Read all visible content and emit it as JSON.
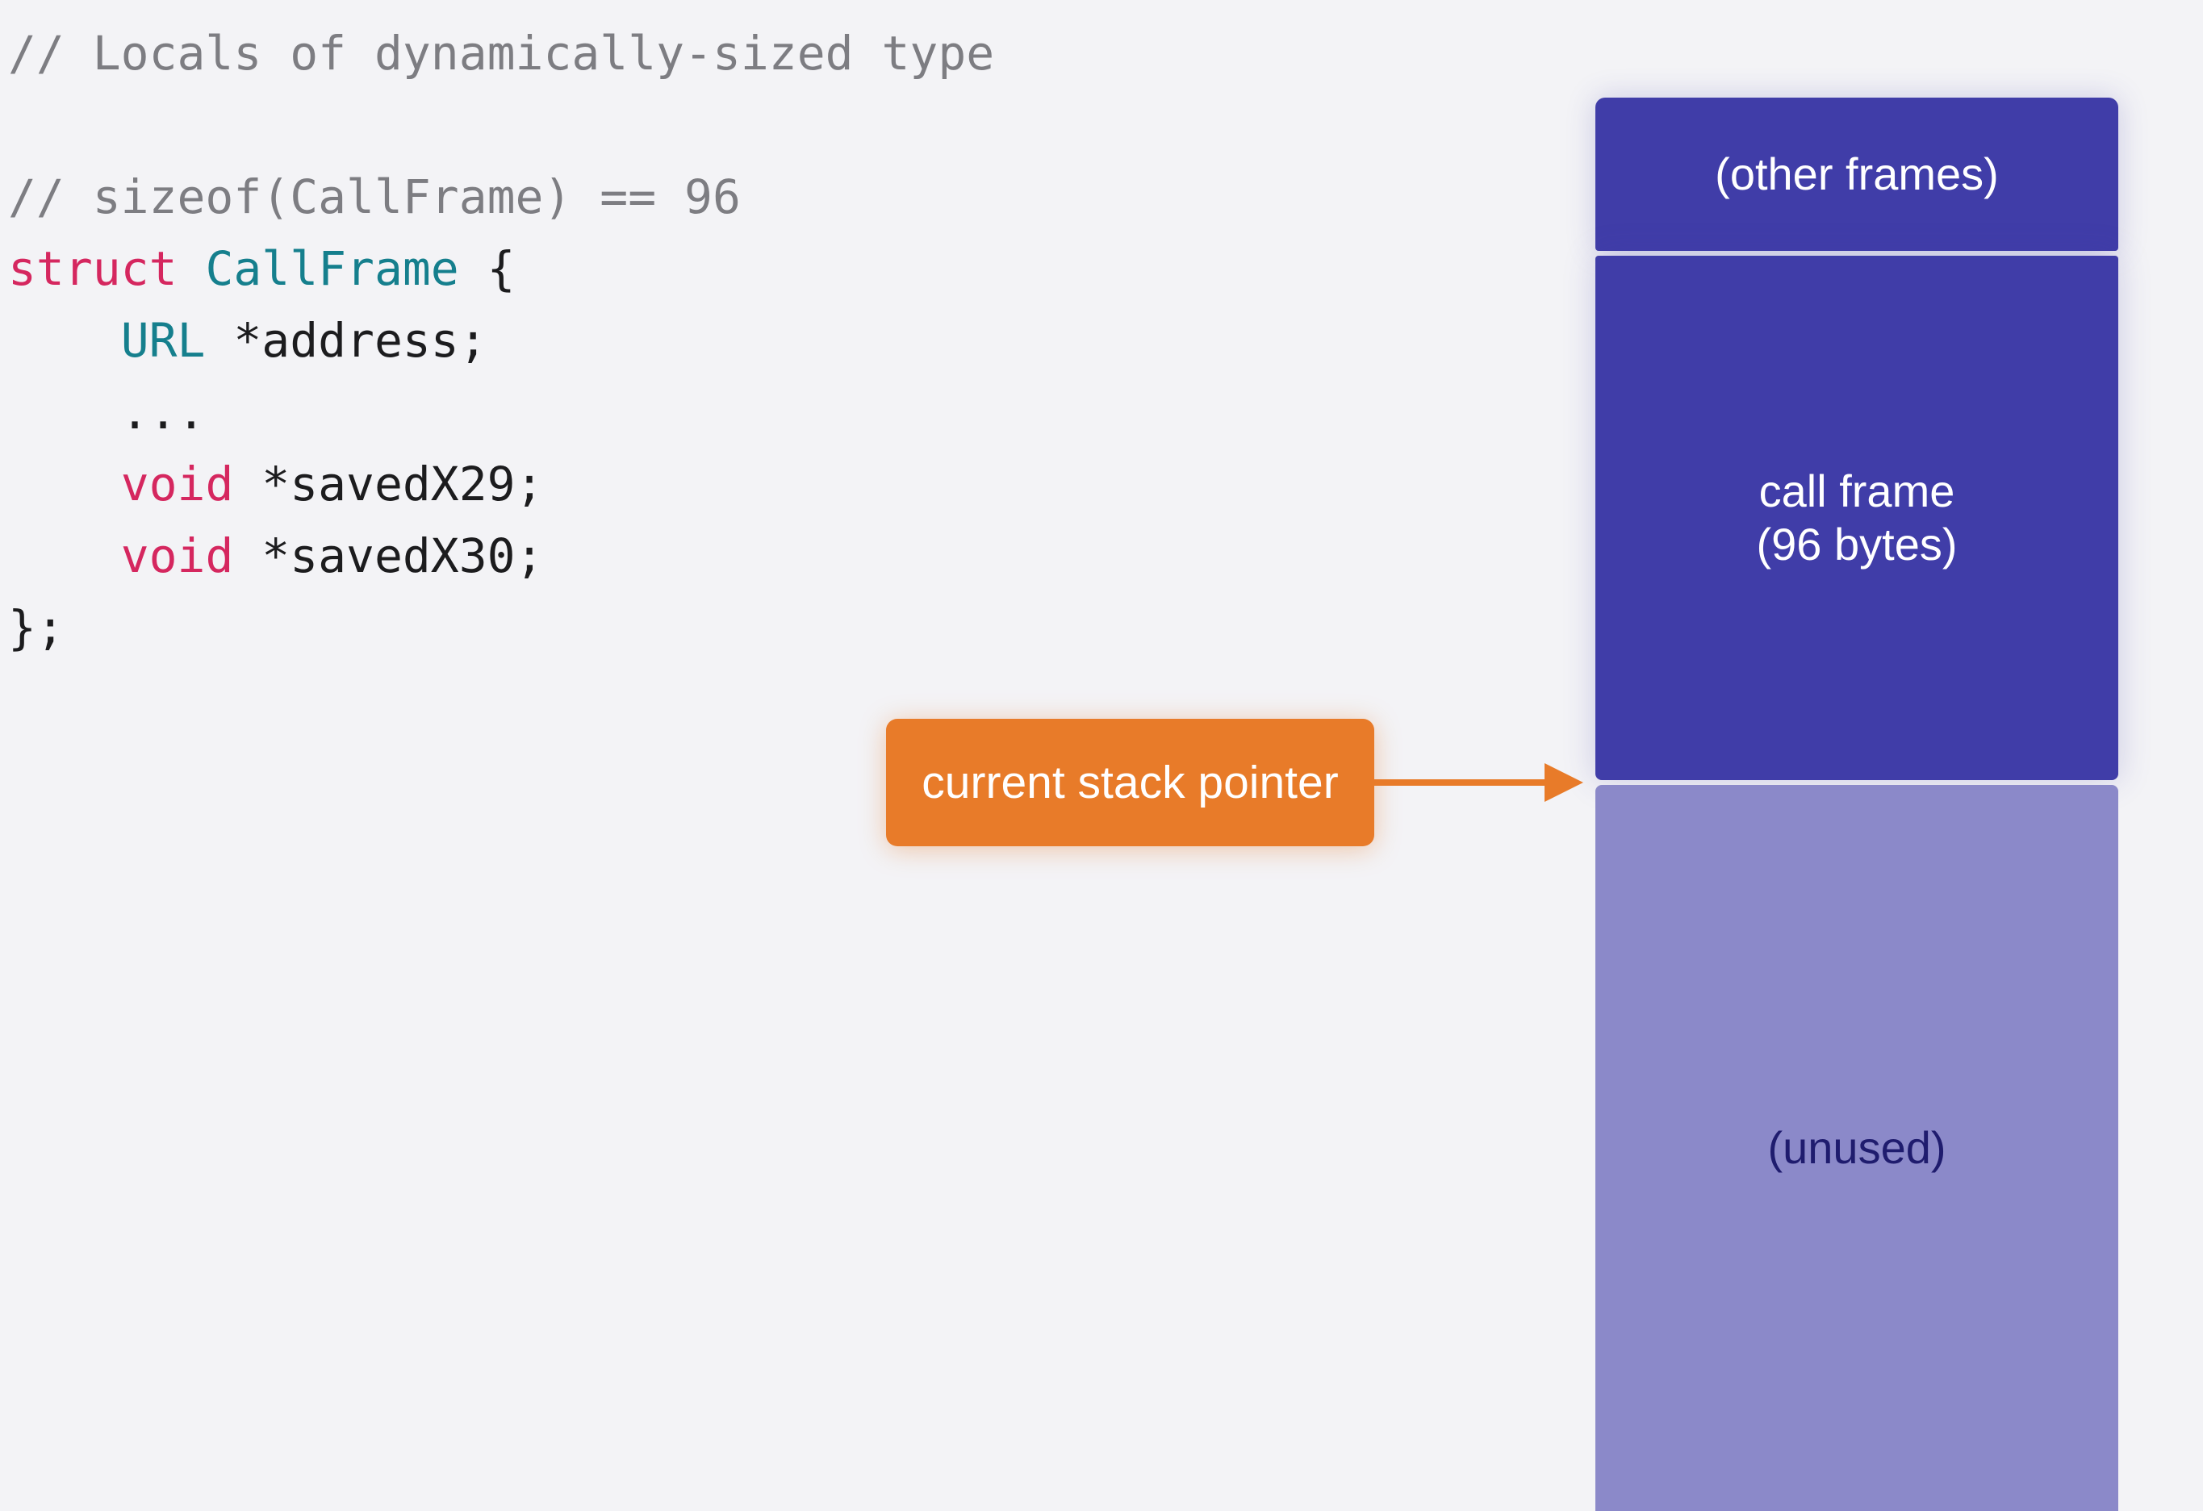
{
  "colors": {
    "background": "#f3f3f6",
    "frame_dark": "#403da8",
    "frame_light": "#8b89c9",
    "unused_text": "#1f1c6e",
    "pointer": "#e87b29",
    "comment": "#7d7d82",
    "keyword": "#d5275f",
    "type": "#157f8d",
    "plain": "#1c1c1e"
  },
  "code": {
    "lines": [
      [
        {
          "text": "// Locals of dynamically-sized type",
          "kind": "comment"
        }
      ],
      [],
      [
        {
          "text": "// sizeof(CallFrame) == 96",
          "kind": "comment"
        }
      ],
      [
        {
          "text": "struct",
          "kind": "keyword"
        },
        {
          "text": " ",
          "kind": "plain"
        },
        {
          "text": "CallFrame",
          "kind": "type"
        },
        {
          "text": " {",
          "kind": "plain"
        }
      ],
      [
        {
          "text": "    ",
          "kind": "plain"
        },
        {
          "text": "URL",
          "kind": "type"
        },
        {
          "text": " *address;",
          "kind": "plain"
        }
      ],
      [
        {
          "text": "    ...",
          "kind": "plain"
        }
      ],
      [
        {
          "text": "    ",
          "kind": "plain"
        },
        {
          "text": "void",
          "kind": "keyword"
        },
        {
          "text": " *savedX29;",
          "kind": "plain"
        }
      ],
      [
        {
          "text": "    ",
          "kind": "plain"
        },
        {
          "text": "void",
          "kind": "keyword"
        },
        {
          "text": " *savedX30;",
          "kind": "plain"
        }
      ],
      [
        {
          "text": "};",
          "kind": "plain"
        }
      ]
    ]
  },
  "stack": {
    "other_frames_label": "(other frames)",
    "call_frame_label": "call frame\n(96 bytes)",
    "unused_label": "(unused)"
  },
  "pointer": {
    "label": "current stack pointer"
  }
}
